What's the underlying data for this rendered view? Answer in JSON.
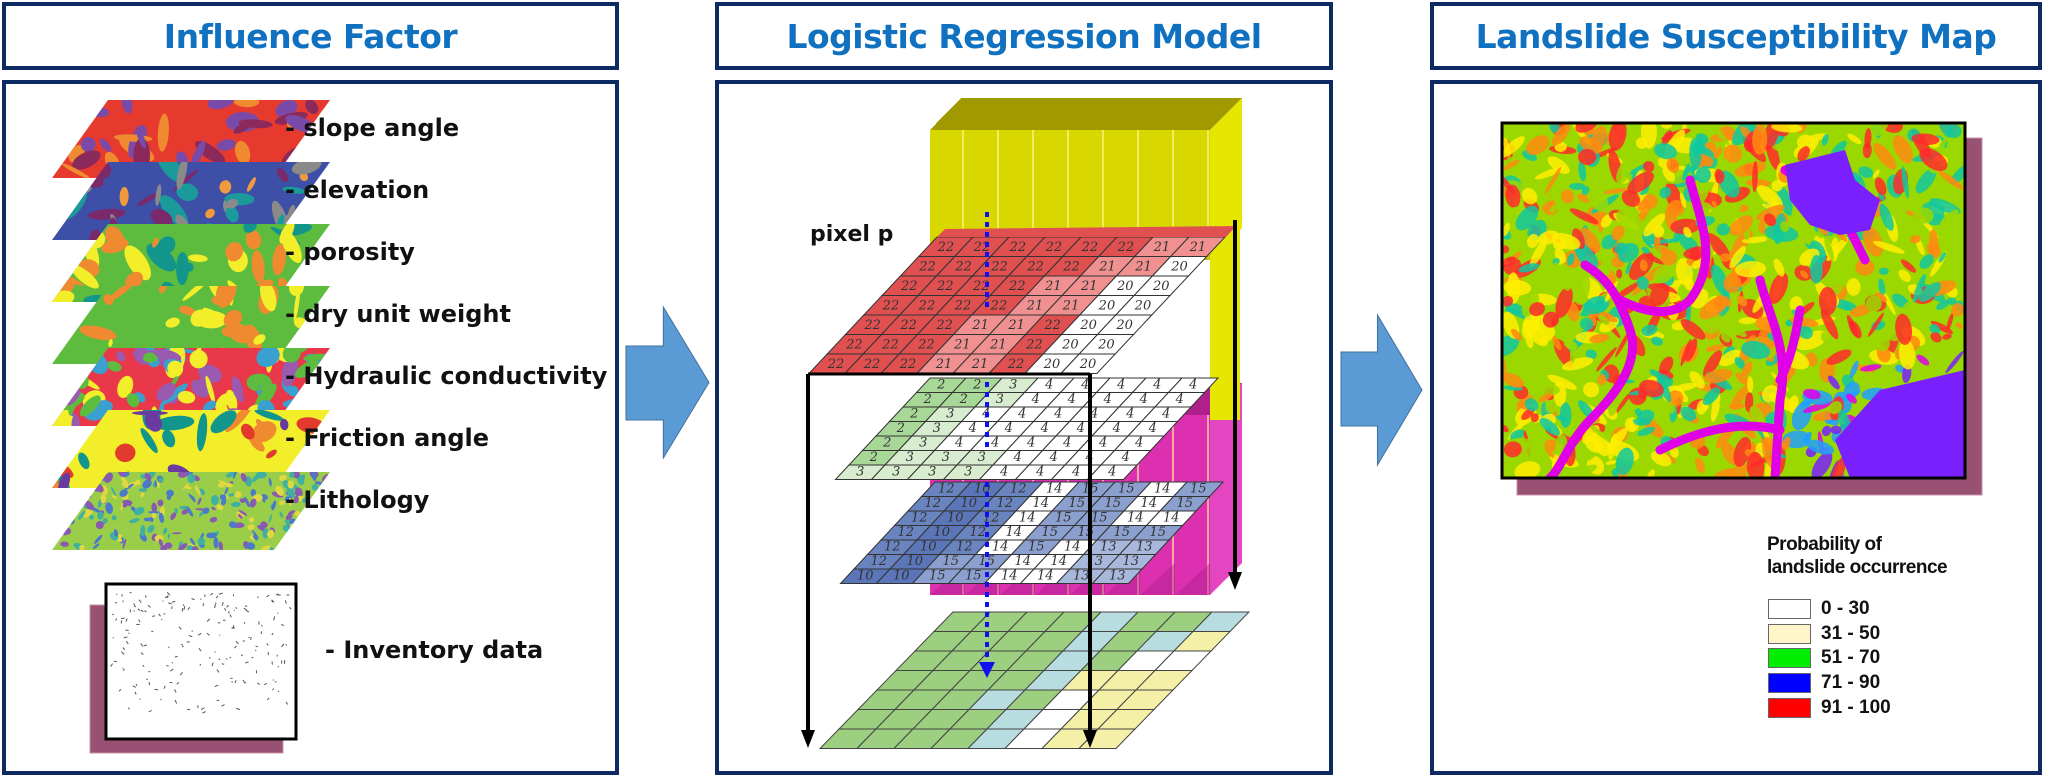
{
  "panels": [
    {
      "id": "influence",
      "title": "Influence Factor"
    },
    {
      "id": "model",
      "title": "Logistic Regression Model"
    },
    {
      "id": "map",
      "title": "Landslide Susceptibility Map"
    }
  ],
  "influence_factors": [
    {
      "label": "- slope angle",
      "palette": [
        "#e63a2e",
        "#8b2a5a",
        "#f08a30",
        "#7a4aa8"
      ]
    },
    {
      "label": "- elevation",
      "palette": [
        "#3d4fa6",
        "#7a2a6a",
        "#8a8a8a",
        "#f09a40",
        "#1a9a9a"
      ]
    },
    {
      "label": "- porosity",
      "palette": [
        "#5dbb3e",
        "#f2ee2a",
        "#12968c",
        "#f08a30"
      ]
    },
    {
      "label": "- dry unit weight",
      "palette": [
        "#5dbb3e",
        "#f2ee2a",
        "#f08a30"
      ]
    },
    {
      "label": "- Hydraulic conductivity",
      "palette": [
        "#e8384a",
        "#f2ee2a",
        "#5dbb3e",
        "#9a5ab0",
        "#3aa0d0"
      ]
    },
    {
      "label": "- Friction angle",
      "palette": [
        "#f2ee2a",
        "#f08a30",
        "#6a3aa0",
        "#e33a2e",
        "#12968c"
      ]
    },
    {
      "label": "- Lithology",
      "palette": [
        "#9acd48",
        "#4a7ac8",
        "#e0d840",
        "#8a5ab0",
        "#40b0a0"
      ]
    }
  ],
  "inventory": {
    "label": "- Inventory data"
  },
  "model": {
    "pixel_label": "pixel p",
    "layers": [
      {
        "name": "red-layer",
        "rows": [
          [
            22,
            22,
            22,
            22,
            22,
            22,
            21,
            21
          ],
          [
            22,
            22,
            22,
            22,
            22,
            21,
            21,
            20
          ],
          [
            22,
            22,
            22,
            22,
            21,
            21,
            20,
            20
          ],
          [
            22,
            22,
            22,
            22,
            21,
            21,
            20,
            20
          ],
          [
            22,
            22,
            22,
            21,
            21,
            22,
            20,
            20
          ],
          [
            22,
            22,
            22,
            21,
            21,
            22,
            20,
            20
          ],
          [
            22,
            22,
            22,
            21,
            21,
            22,
            20,
            20
          ]
        ],
        "colors": {
          "22": "#e05050",
          "21": "#f09090",
          "20": "#ffffff"
        }
      },
      {
        "name": "green-layer",
        "rows": [
          [
            2,
            2,
            3,
            4,
            4,
            4,
            4,
            4
          ],
          [
            2,
            2,
            3,
            4,
            4,
            4,
            4,
            4
          ],
          [
            2,
            3,
            4,
            4,
            4,
            4,
            4,
            4
          ],
          [
            2,
            3,
            4,
            4,
            4,
            4,
            4,
            4
          ],
          [
            2,
            3,
            4,
            4,
            4,
            4,
            4,
            4
          ],
          [
            2,
            3,
            3,
            3,
            4,
            4,
            4,
            4
          ],
          [
            3,
            3,
            3,
            3,
            4,
            4,
            4,
            4
          ]
        ],
        "colors": {
          "2": "#a8d898",
          "3": "#d8ecd0",
          "4": "#ffffff"
        }
      },
      {
        "name": "blue-layer",
        "rows": [
          [
            12,
            10,
            12,
            14,
            15,
            15,
            14,
            15
          ],
          [
            12,
            10,
            12,
            14,
            15,
            15,
            14,
            15
          ],
          [
            12,
            10,
            12,
            14,
            15,
            15,
            14,
            14
          ],
          [
            12,
            10,
            12,
            14,
            15,
            15,
            15,
            15
          ],
          [
            12,
            10,
            12,
            14,
            15,
            14,
            13,
            13
          ],
          [
            12,
            10,
            15,
            15,
            14,
            14,
            13,
            13
          ],
          [
            10,
            10,
            15,
            15,
            14,
            14,
            13,
            13
          ]
        ],
        "colors": {
          "10": "#5a76b8",
          "12": "#6a84c0",
          "13": "#a8b8dc",
          "14": "#ffffff",
          "15": "#8ca0d0"
        }
      }
    ],
    "result_grid": {
      "rows": [
        [
          "g",
          "g",
          "g",
          "g",
          "c",
          "g",
          "g",
          "c"
        ],
        [
          "g",
          "g",
          "g",
          "g",
          "c",
          "g",
          "c",
          "y"
        ],
        [
          "g",
          "g",
          "g",
          "g",
          "c",
          "g",
          "w",
          "w"
        ],
        [
          "g",
          "g",
          "g",
          "g",
          "c",
          "y",
          "y",
          "y"
        ],
        [
          "g",
          "g",
          "g",
          "c",
          "g",
          "w",
          "y",
          "y"
        ],
        [
          "g",
          "g",
          "g",
          "g",
          "c",
          "w",
          "y",
          "y"
        ],
        [
          "g",
          "g",
          "g",
          "g",
          "c",
          "w",
          "y",
          "y"
        ]
      ],
      "colors": {
        "g": "#9ccf80",
        "c": "#b8dde0",
        "y": "#f5f0a8",
        "w": "#ffffff"
      }
    },
    "block_colors": {
      "yellow": "#d8d800",
      "magenta": "#dd30b0"
    }
  },
  "map": {
    "legend_title_line1": "Probability of",
    "legend_title_line2": "landslide occurrence",
    "legend": [
      {
        "label": "0 - 30",
        "color": "#ffffff"
      },
      {
        "label": "31 - 50",
        "color": "#fff5c8"
      },
      {
        "label": "51 - 70",
        "color": "#00ee00"
      },
      {
        "label": "71 - 90",
        "color": "#0000ff"
      },
      {
        "label": "91 - 100",
        "color": "#ff0000"
      }
    ],
    "palette": [
      "#ff2a2a",
      "#ff8a10",
      "#ffee00",
      "#9ad800",
      "#10c8a0",
      "#20a0ff",
      "#7a20ff",
      "#e000e8"
    ]
  },
  "colors": {
    "border": "#0e2a63",
    "title_text": "#1071c0",
    "arrow_fill": "#5b9bd5",
    "shadow": "#985073"
  }
}
